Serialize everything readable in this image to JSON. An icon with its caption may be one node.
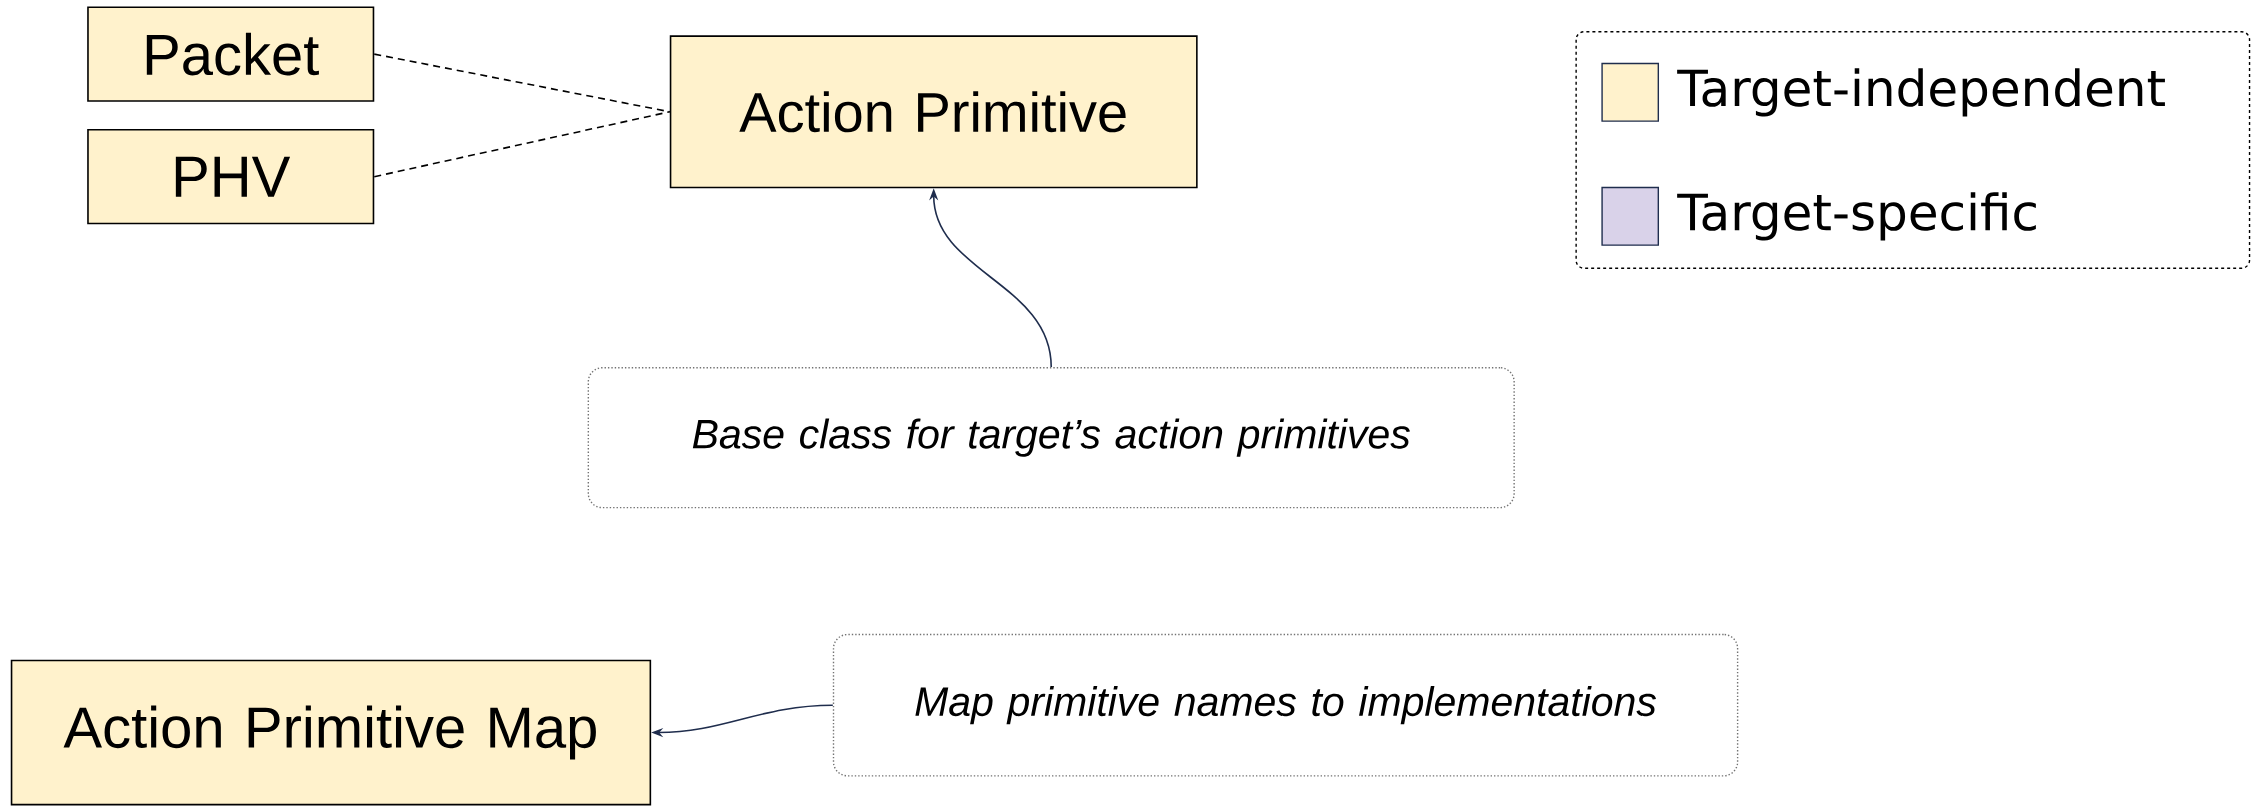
{
  "diagram": {
    "nodes": [
      {
        "text": [
          "Packet"
        ]
      },
      {
        "text": [
          "PHV"
        ]
      },
      {
        "text": [
          "Action Primitive"
        ]
      },
      {
        "text": [
          "Base class for target’s action primitives"
        ]
      },
      {
        "text": [
          "Action Primitive Map"
        ]
      },
      {
        "text": [
          "Map primitive names to implementations"
        ]
      }
    ],
    "edges": [
      {
        "from": 0,
        "to": 2,
        "arrow": "none",
        "style": "dashed"
      },
      {
        "from": 1,
        "to": 2,
        "arrow": "none",
        "style": "dashed"
      },
      {
        "from": 3,
        "to": 2,
        "arrow": "to",
        "color": "#1f2d4d"
      },
      {
        "from": 5,
        "to": 4,
        "arrow": "to",
        "color": "#1f2d4d"
      }
    ],
    "legend": [
      {
        "text": "Target-independent",
        "color": "#fff2cc"
      },
      {
        "text": "Target-specific",
        "color": "#d9d2e9"
      }
    ]
  }
}
